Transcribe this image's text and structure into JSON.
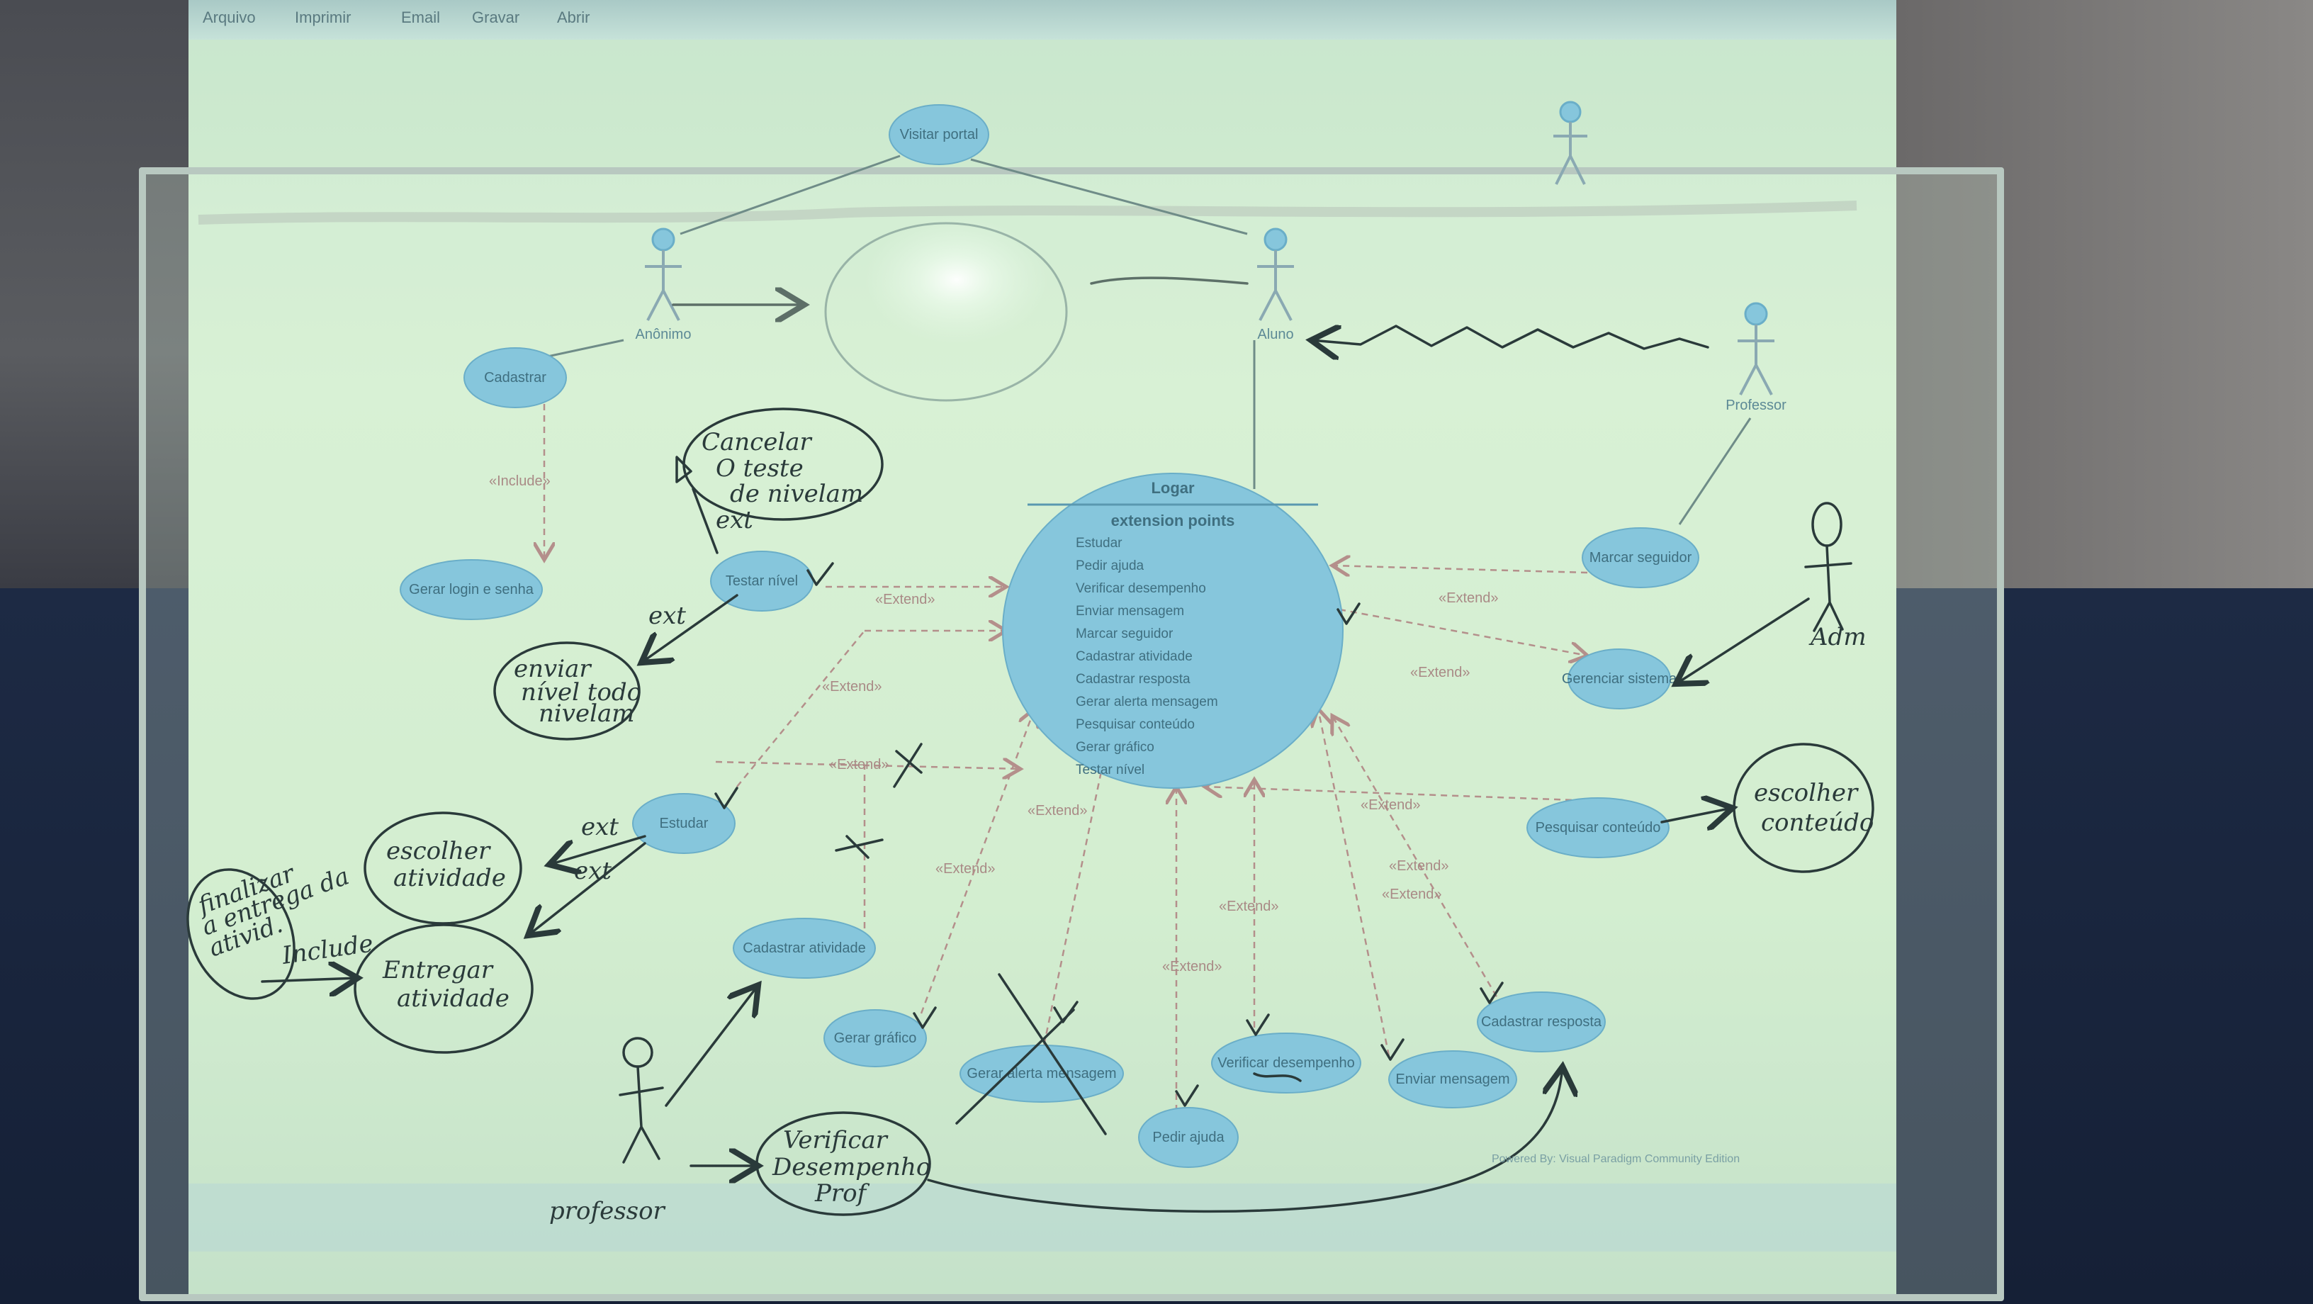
{
  "menu": [
    "Arquivo",
    "Imprimir",
    "Email",
    "Gravar",
    "Abrir"
  ],
  "actors": {
    "top": "",
    "anonimo": "Anônimo",
    "aluno": "Aluno",
    "professor": "Professor"
  },
  "use_cases": {
    "visitar_portal": "Visitar portal",
    "cadastrar": "Cadastrar",
    "gerar_login": "Gerar login e senha",
    "testar_nivel": "Testar nível",
    "estudar": "Estudar",
    "cadastrar_atividade": "Cadastrar atividade",
    "gerar_grafico": "Gerar gráfico",
    "gerar_alerta": "Gerar alerta mensagem",
    "pedir_ajuda": "Pedir ajuda",
    "verificar_desempenho": "Verificar desempenho",
    "enviar_mensagem": "Enviar mensagem",
    "cadastrar_resposta": "Cadastrar resposta",
    "pesquisar_conteudo": "Pesquisar conteúdo",
    "gerenciar_sistema": "Gerenciar sistema",
    "marcar_seguidor": "Marcar seguidor"
  },
  "logar": {
    "title": "Logar",
    "extension_header": "extension points",
    "points": [
      "Estudar",
      "Pedir ajuda",
      "Verificar desempenho",
      "Enviar mensagem",
      "Marcar seguidor",
      "Cadastrar atividade",
      "Cadastrar resposta",
      "Gerar alerta mensagem",
      "Pesquisar conteúdo",
      "Gerar gráfico",
      "Testar nível"
    ]
  },
  "relations": {
    "include": "«Include»",
    "extend": "«Extend»"
  },
  "handwriting": {
    "cancelar": [
      "Cancelar",
      "O teste",
      "de nivelam"
    ],
    "ext": "ext",
    "enviar_nivel": [
      "enviar",
      "nível todo",
      "nivelam"
    ],
    "escolher_atividade": [
      "escolher",
      "atividade"
    ],
    "entregar_atividade": [
      "Entregar",
      "atividade"
    ],
    "finalizar": [
      "finalizar",
      "a entrega da",
      "ativid."
    ],
    "include": "Include",
    "professor": "professor",
    "verificar_desempenho": [
      "Verificar",
      "Desempenho",
      "Prof"
    ],
    "escolher_conteudo": [
      "escolher",
      "conteúdo"
    ],
    "adm": "Adm"
  },
  "footer": "Powered By: Visual Paradigm Community Edition"
}
